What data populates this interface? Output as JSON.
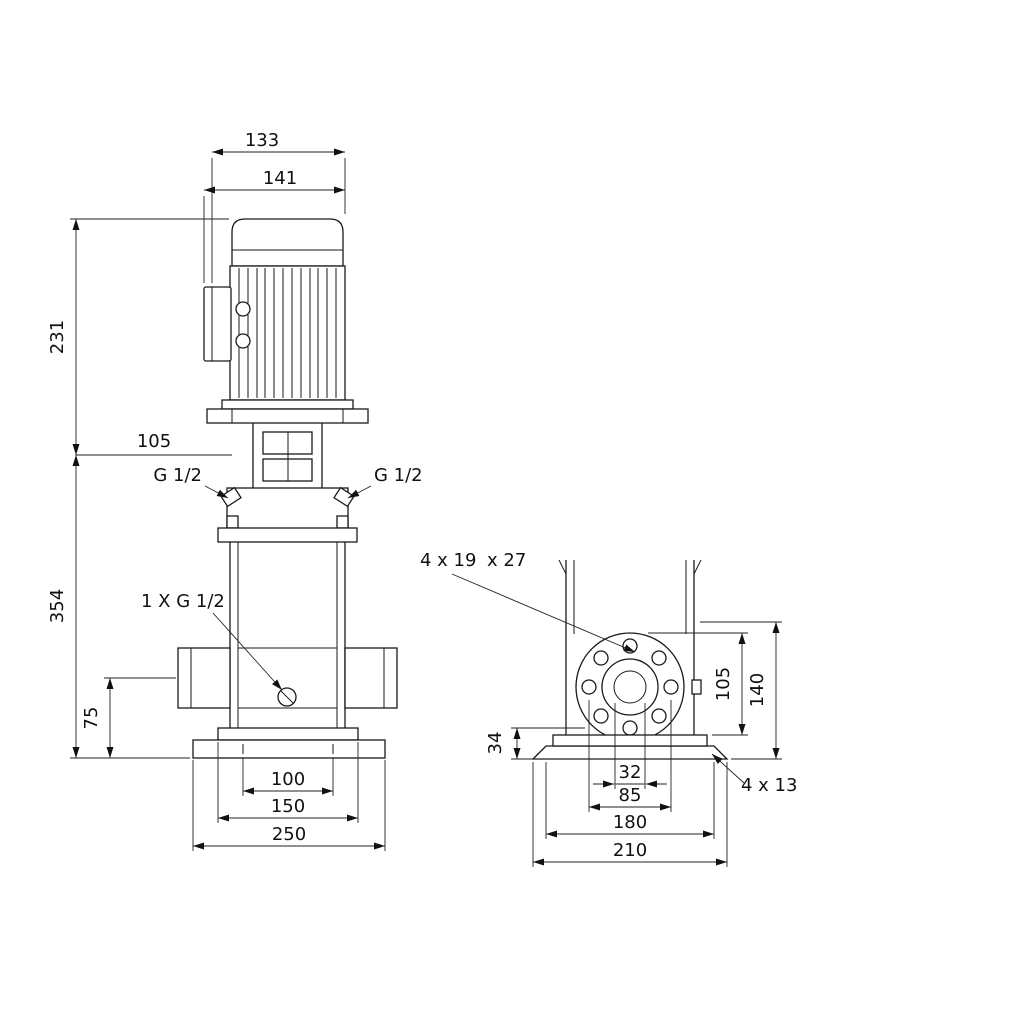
{
  "front_view": {
    "dim_cap_width": "133",
    "dim_motor_width": "141",
    "dim_motor_height": "231",
    "dim_head_offset": "105",
    "dim_pump_height": "354",
    "dim_port_height": "75",
    "dim_base_holes": "100",
    "dim_base_mid": "150",
    "dim_base_width": "250",
    "port_left_label": "G 1/2",
    "port_right_label": "G 1/2",
    "drain_label": "1 X G 1/2"
  },
  "side_view": {
    "flange_holes_label": "4 x 19",
    "flange_spotface_label": "x 27",
    "dim_foot_height": "34",
    "dim_flange_height": "105",
    "dim_flange_od": "140",
    "dim_bore": "32",
    "dim_bolt_circle": "85",
    "dim_base_top_width": "180",
    "dim_base_full_width": "210",
    "base_holes_label": "4 x 13"
  }
}
